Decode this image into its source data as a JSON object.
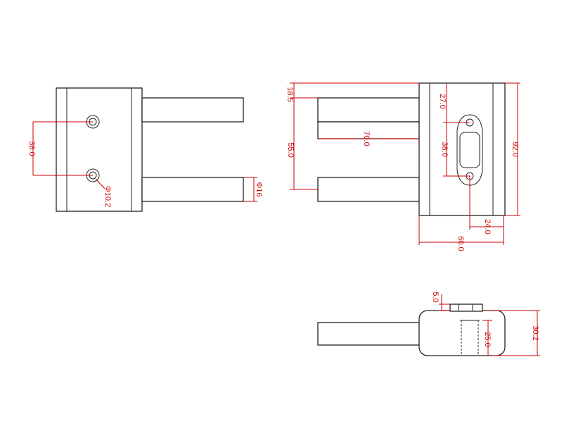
{
  "colors": {
    "outline": "#222222",
    "dimension": "#cc0000",
    "background": "#ffffff"
  },
  "dimensions": {
    "left_view": {
      "hole_spacing": "38.0",
      "hole_diameter": "Φ10.2",
      "rod_diameter": "Φ16"
    },
    "right_view": {
      "top_offset": "18.5",
      "hole_offset": "27.0",
      "rod_length": "70.0",
      "rod_spacing": "55.0",
      "hole_spacing": "38.0",
      "total_height": "92.0",
      "inner_width": "24.0",
      "total_width": "60.0"
    },
    "bottom_view": {
      "boss_height": "5.0",
      "inner_height": "25.0",
      "total_height": "30.2"
    }
  }
}
